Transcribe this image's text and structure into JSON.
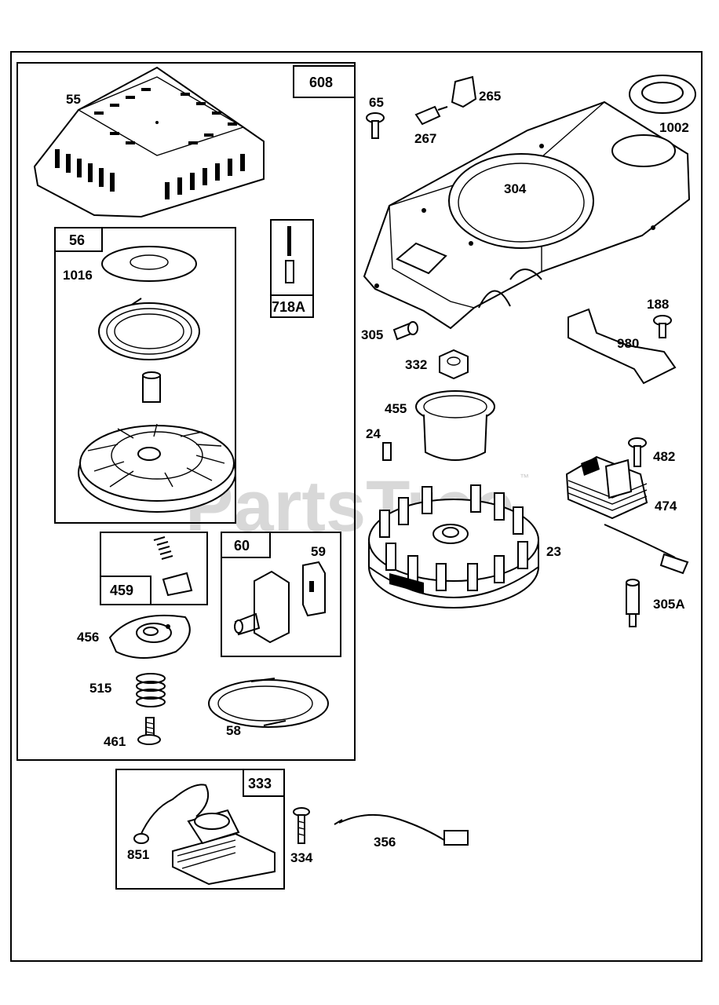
{
  "watermark": {
    "text": "PartsTree",
    "trademark": "™"
  },
  "boxes": {
    "b608": "608",
    "b56": "56",
    "b718a": "718A",
    "b459": "459",
    "b60": "60",
    "b333": "333"
  },
  "parts": {
    "p55": "55",
    "p1016": "1016",
    "p456": "456",
    "p515": "515",
    "p461": "461",
    "p58": "58",
    "p59": "59",
    "p65": "65",
    "p265": "265",
    "p267": "267",
    "p1002": "1002",
    "p304": "304",
    "p305": "305",
    "p188": "188",
    "p980": "980",
    "p332": "332",
    "p455": "455",
    "p24": "24",
    "p482": "482",
    "p474": "474",
    "p23": "23",
    "p305a": "305A",
    "p851": "851",
    "p334": "334",
    "p356": "356"
  }
}
